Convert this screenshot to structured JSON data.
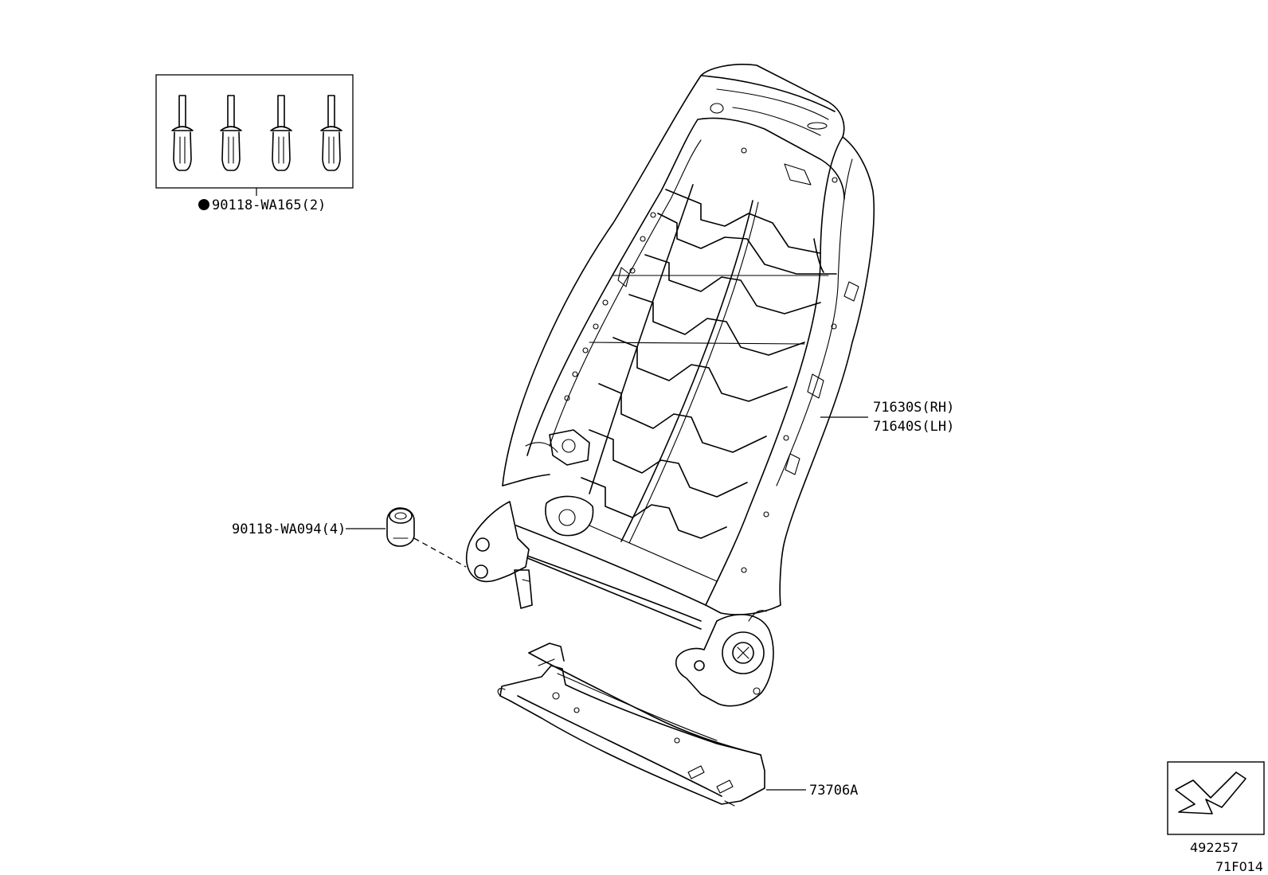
{
  "parts": {
    "clip": {
      "marker": "●",
      "number": "90118-WA165(2)"
    },
    "nut": {
      "number": "90118-WA094(4)"
    },
    "frame_rh": {
      "number": "71630S(RH)"
    },
    "frame_lh": {
      "number": "71640S(LH)"
    },
    "rail": {
      "number": "73706A"
    }
  },
  "reference": {
    "code": "492257"
  },
  "figure": {
    "id": "71F014"
  },
  "icons": {
    "clip": "push-clip-icon",
    "nut": "hex-nut-icon",
    "arrow": "direction-arrow-icon"
  }
}
